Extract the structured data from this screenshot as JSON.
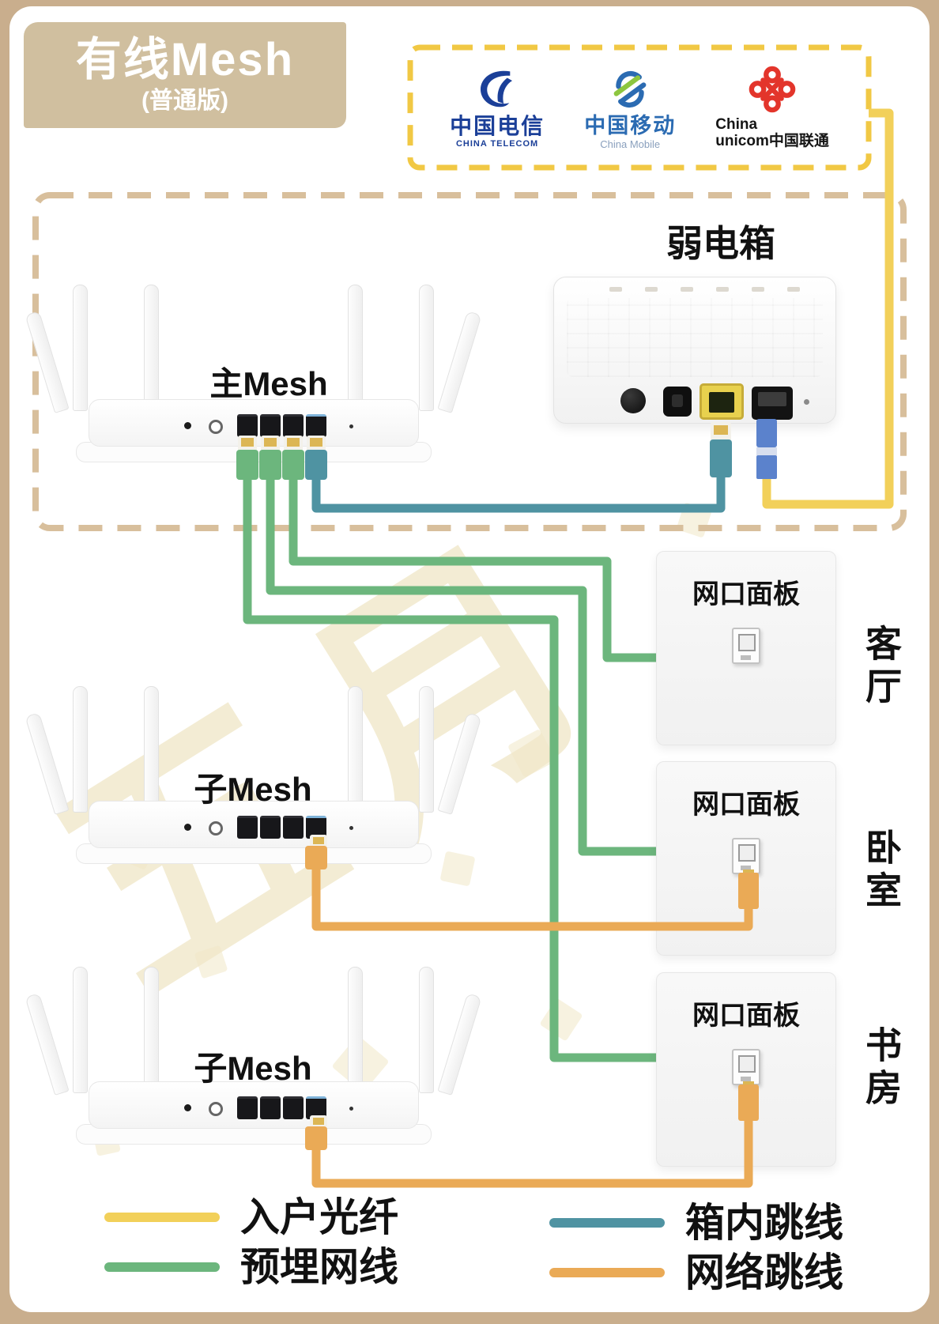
{
  "badge": {
    "title": "有线Mesh",
    "subtitle": "(普通版)"
  },
  "isp_box": {
    "telecom": {
      "cn": "中国电信",
      "en": "CHINA TELECOM"
    },
    "mobile": {
      "cn": "中国移动",
      "en": "China Mobile"
    },
    "unicom": {
      "line1": "China",
      "line2": "unicom中国联通"
    }
  },
  "weak_box": {
    "label": "弱电箱"
  },
  "routers": {
    "main": "主Mesh",
    "sub1": "子Mesh",
    "sub2": "子Mesh"
  },
  "panel": {
    "title": "网口面板"
  },
  "rooms": [
    "客厅",
    "卧室",
    "书房"
  ],
  "legend": [
    {
      "key": "fiber",
      "label": "入户光纤",
      "color": "#f2d05a"
    },
    {
      "key": "embedded",
      "label": "预埋网线",
      "color": "#6cb67d"
    },
    {
      "key": "box-jumper",
      "label": "箱内跳线",
      "color": "#4f93a2"
    },
    {
      "key": "net-jumper",
      "label": "网络跳线",
      "color": "#eaaa56"
    }
  ],
  "colors": {
    "fiber-connector": "#5b82cc",
    "dash-weak-box": "#d8bf9c",
    "dash-isp-box": "#f1c844"
  },
  "watermark": "五月"
}
